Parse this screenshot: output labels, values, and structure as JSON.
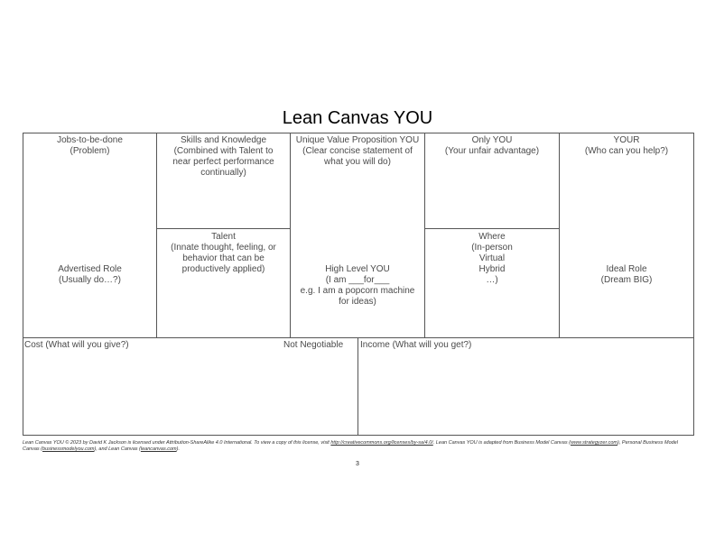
{
  "title": "Lean Canvas YOU",
  "cells": {
    "jobs": "Jobs-to-be-done\n(Problem)",
    "advertised": "Advertised Role\n(Usually do…?)",
    "skills": "Skills and Knowledge\n(Combined with Talent to\nnear perfect performance\ncontinually)",
    "talent": "Talent\n(Innate thought, feeling, or\nbehavior that can be\nproductively applied)",
    "uvp": "Unique Value Proposition YOU\n(Clear concise statement of\nwhat you will do)",
    "high_level": "High Level YOU\n(I am ___for___\ne.g. I am a popcorn machine\nfor ideas)",
    "only_you": "Only YOU\n(Your unfair advantage)",
    "where": "Where\n(In-person\nVirtual\nHybrid\n…)",
    "your": "YOUR\n(Who can you help?)",
    "ideal": "Ideal Role\n(Dream BIG)",
    "cost": "Cost (What will you give?)",
    "not_negotiable": "Not Negotiable",
    "income": "Income (What will you get?)"
  },
  "footer": {
    "part1": "Lean Canvas YOU © 2023 by David K Jackson is licensed under Attribution-ShareAlike 4.0 International. To view a copy of this license, visit ",
    "link1": "http://creativecommons.org/licenses/by-sa/4.0/",
    "part2": ". Lean Canvas YOU is adapted from Business Model Canvas (",
    "link2": "www.strategyzer.com",
    "part3": "), Personal Business Model Canvas (",
    "link3": "businessmodelyou.com",
    "part4": "), and Lean Canvas (",
    "link4": "leancanvas.com",
    "part5": ")."
  },
  "page_number": "3"
}
